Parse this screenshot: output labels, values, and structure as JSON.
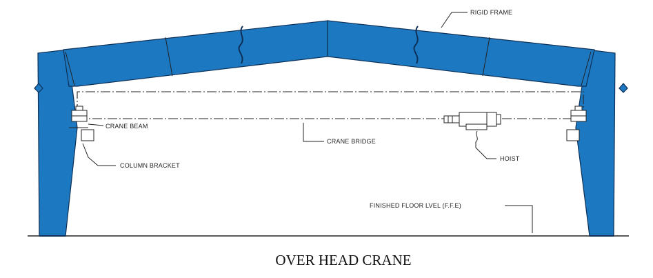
{
  "diagram": {
    "caption": "OVER HEAD CRANE",
    "labels": {
      "rigid_frame": "RIGID FRAME",
      "crane_beam": "CRANE BEAM",
      "crane_bridge": "CRANE BRIDGE",
      "hoist": "HOIST",
      "column_bracket": "COLUMN BRACKET",
      "finished_floor": "FINISHED FLOOR LVEL (F.F.E)"
    },
    "colors": {
      "frame_fill": "#1d78c2",
      "frame_outline": "#0d2f55",
      "line": "#222222"
    }
  }
}
